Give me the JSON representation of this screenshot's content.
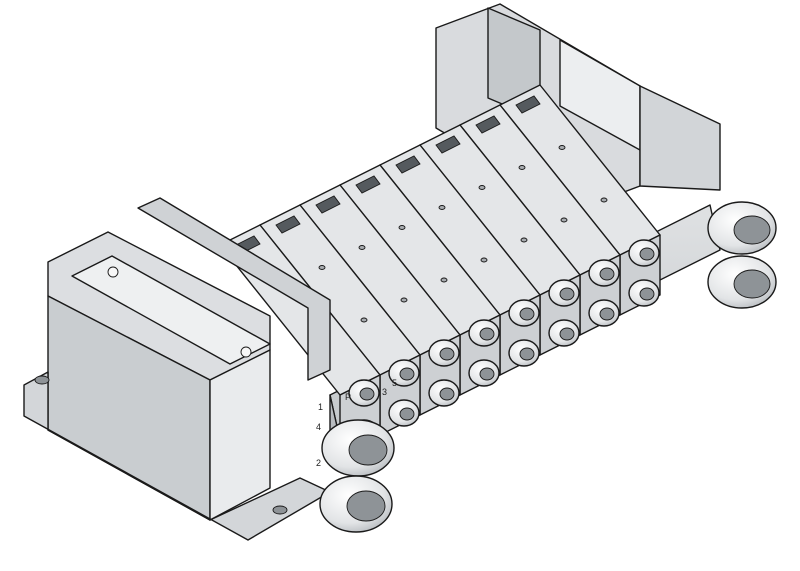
{
  "image": {
    "subject": "",
    "colors": {
      "body_light": "#e4e6e8",
      "body_mid": "#cdd0d3",
      "body_dark": "#a9adb1",
      "edge": "#1a1a1a",
      "fitting_ring": "#f2f3f4",
      "fitting_hole": "#8e9397",
      "background": "#ffffff"
    },
    "valve_station_count": 8,
    "fittings_per_station": 2,
    "port_markings": [
      "4",
      "2",
      "P",
      "1",
      "3",
      "5"
    ]
  }
}
